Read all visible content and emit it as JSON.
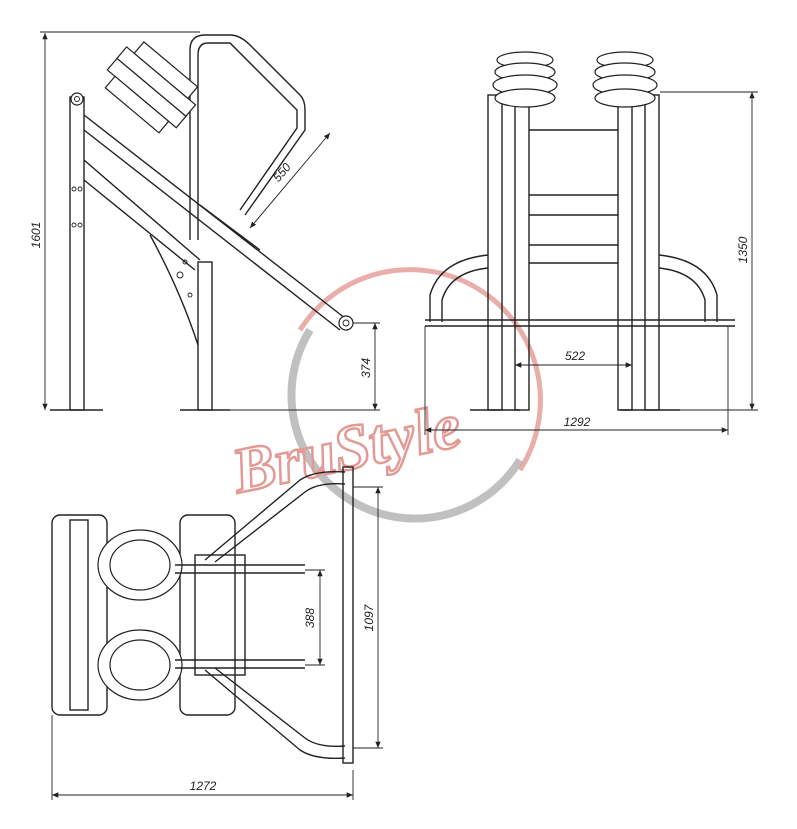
{
  "dimensions": {
    "side_height": "1601",
    "seat_length": "550",
    "handle_height": "374",
    "front_height": "1350",
    "front_inner_width": "522",
    "front_total_width": "1292",
    "top_inner_width": "388",
    "top_handle_length": "1097",
    "top_total_length": "1272"
  },
  "watermark": {
    "text": "BruStyle",
    "colors": {
      "red": "#e39a95",
      "gray": "#b0b0b0"
    }
  }
}
